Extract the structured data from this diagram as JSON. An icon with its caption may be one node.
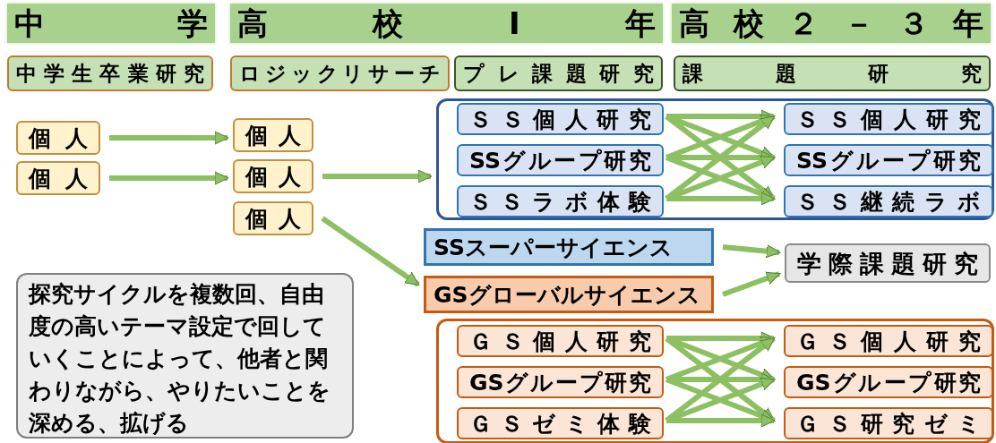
{
  "diagram": {
    "nodes": [
      {
        "text": [
          "中学"
        ]
      },
      {
        "text": [
          "高校Ⅰ年"
        ]
      },
      {
        "text": [
          "高校２－３年"
        ]
      },
      {
        "text": [
          "中学生卒業研究"
        ]
      },
      {
        "text": [
          "ロジックリサーチ"
        ]
      },
      {
        "text": [
          "プレ課題研究"
        ]
      },
      {
        "text": [
          "課題研究"
        ]
      },
      {
        "text": [
          "個人"
        ]
      },
      {
        "text": [
          "個人"
        ]
      },
      {
        "text": [
          "個人"
        ]
      },
      {
        "text": [
          "個人"
        ]
      },
      {
        "text": [
          "個人"
        ]
      },
      {
        "text": [],
        "shape": "box"
      },
      {
        "text": [
          "ＳＳ個人研究"
        ],
        "in": 12
      },
      {
        "text": [
          "SSグループ研究"
        ],
        "in": 12
      },
      {
        "text": [
          "ＳＳラボ体験"
        ],
        "in": 12
      },
      {
        "text": [
          "ＳＳ個人研究"
        ],
        "in": 12
      },
      {
        "text": [
          "SSグループ研究"
        ],
        "in": 12
      },
      {
        "text": [
          "ＳＳ継続ラボ"
        ],
        "in": 12
      },
      {
        "text": [
          "SSスーパーサイエンス"
        ]
      },
      {
        "text": [
          "GSグローバルサイエンス"
        ]
      },
      {
        "text": [
          "学際課題研究"
        ]
      },
      {
        "text": [],
        "shape": "box"
      },
      {
        "text": [
          "ＧＳ個人研究"
        ],
        "in": 22
      },
      {
        "text": [
          "GSグループ研究"
        ],
        "in": 22
      },
      {
        "text": [
          "ＧＳゼミ体験"
        ],
        "in": 22
      },
      {
        "text": [
          "ＧＳ個人研究"
        ],
        "in": 22
      },
      {
        "text": [
          "GSグループ研究"
        ],
        "in": 22
      },
      {
        "text": [
          "ＧＳ研究ゼミ"
        ],
        "in": 22
      },
      {
        "text": [
          "探究サイクルを複数回、自由度の高いテーマ設定で回していくことによって、他者と関わりながら、やりたいことを深める、拡げる"
        ]
      }
    ],
    "edges": [
      {
        "from": 7,
        "to": 9,
        "arrow": "to"
      },
      {
        "from": 8,
        "to": 10,
        "arrow": "to"
      },
      {
        "from": 10,
        "to": 12,
        "arrow": "to"
      },
      {
        "from": 11,
        "to": 20,
        "arrow": "to"
      },
      {
        "from": 13,
        "to": 16,
        "arrow": "to"
      },
      {
        "from": 13,
        "to": 17,
        "arrow": "to"
      },
      {
        "from": 13,
        "to": 18,
        "arrow": "to"
      },
      {
        "from": 14,
        "to": 16,
        "arrow": "to"
      },
      {
        "from": 14,
        "to": 17,
        "arrow": "to"
      },
      {
        "from": 14,
        "to": 18,
        "arrow": "to"
      },
      {
        "from": 15,
        "to": 16,
        "arrow": "to"
      },
      {
        "from": 15,
        "to": 17,
        "arrow": "to"
      },
      {
        "from": 15,
        "to": 18,
        "arrow": "to"
      },
      {
        "from": 19,
        "to": 21,
        "arrow": "to"
      },
      {
        "from": 20,
        "to": 21,
        "arrow": "to"
      },
      {
        "from": 23,
        "to": 26,
        "arrow": "to"
      },
      {
        "from": 23,
        "to": 27,
        "arrow": "to"
      },
      {
        "from": 23,
        "to": 28,
        "arrow": "to"
      },
      {
        "from": 24,
        "to": 26,
        "arrow": "to"
      },
      {
        "from": 24,
        "to": 27,
        "arrow": "to"
      },
      {
        "from": 24,
        "to": 28,
        "arrow": "to"
      },
      {
        "from": 25,
        "to": 26,
        "arrow": "to"
      },
      {
        "from": 25,
        "to": 27,
        "arrow": "to"
      },
      {
        "from": 25,
        "to": 28,
        "arrow": "to"
      }
    ]
  }
}
